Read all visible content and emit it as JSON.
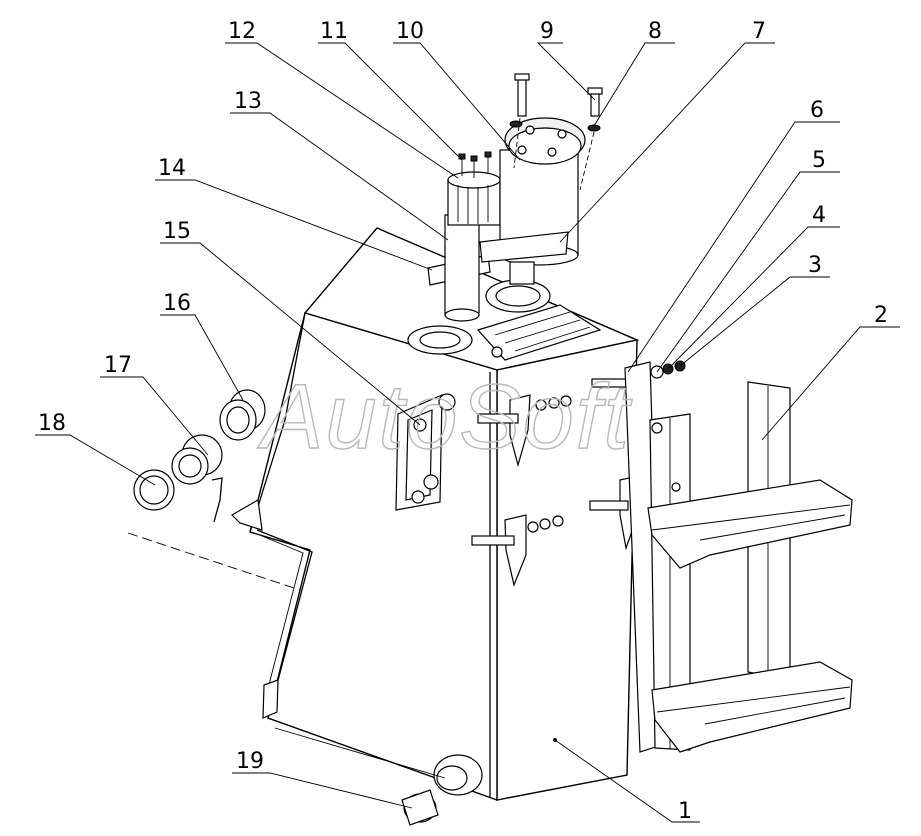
{
  "watermark": "AutoSoft",
  "callouts": [
    {
      "id": "1",
      "label": "1"
    },
    {
      "id": "2",
      "label": "2"
    },
    {
      "id": "3",
      "label": "3"
    },
    {
      "id": "4",
      "label": "4"
    },
    {
      "id": "5",
      "label": "5"
    },
    {
      "id": "6",
      "label": "6"
    },
    {
      "id": "7",
      "label": "7"
    },
    {
      "id": "8",
      "label": "8"
    },
    {
      "id": "9",
      "label": "9"
    },
    {
      "id": "10",
      "label": "10"
    },
    {
      "id": "11",
      "label": "11"
    },
    {
      "id": "12",
      "label": "12"
    },
    {
      "id": "13",
      "label": "13"
    },
    {
      "id": "14",
      "label": "14"
    },
    {
      "id": "15",
      "label": "15"
    },
    {
      "id": "16",
      "label": "16"
    },
    {
      "id": "17",
      "label": "17"
    },
    {
      "id": "18",
      "label": "18"
    },
    {
      "id": "19",
      "label": "19"
    }
  ],
  "colors": {
    "line": "#000000",
    "watermark": "#b8b8b8",
    "background": "#ffffff"
  }
}
